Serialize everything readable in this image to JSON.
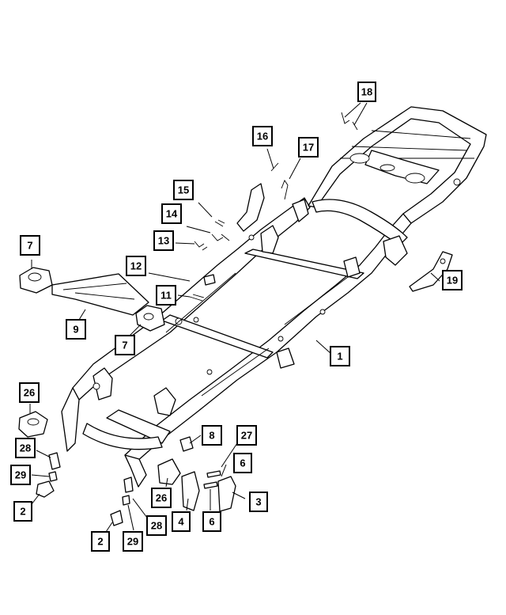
{
  "diagram": {
    "callouts": [
      {
        "id": "c18",
        "label": "18"
      },
      {
        "id": "c16",
        "label": "16"
      },
      {
        "id": "c17",
        "label": "17"
      },
      {
        "id": "c15",
        "label": "15"
      },
      {
        "id": "c14",
        "label": "14"
      },
      {
        "id": "c13",
        "label": "13"
      },
      {
        "id": "c7a",
        "label": "7"
      },
      {
        "id": "c12",
        "label": "12"
      },
      {
        "id": "c19",
        "label": "19"
      },
      {
        "id": "c11",
        "label": "11"
      },
      {
        "id": "c9",
        "label": "9"
      },
      {
        "id": "c7b",
        "label": "7"
      },
      {
        "id": "c1",
        "label": "1"
      },
      {
        "id": "c26a",
        "label": "26"
      },
      {
        "id": "c8",
        "label": "8"
      },
      {
        "id": "c27",
        "label": "27"
      },
      {
        "id": "c28a",
        "label": "28"
      },
      {
        "id": "c6a",
        "label": "6"
      },
      {
        "id": "c29a",
        "label": "29"
      },
      {
        "id": "c3",
        "label": "3"
      },
      {
        "id": "c2a",
        "label": "2"
      },
      {
        "id": "c26b",
        "label": "26"
      },
      {
        "id": "c4",
        "label": "4"
      },
      {
        "id": "c6b",
        "label": "6"
      },
      {
        "id": "c28b",
        "label": "28"
      },
      {
        "id": "c2b",
        "label": "2"
      },
      {
        "id": "c29b",
        "label": "29"
      }
    ]
  }
}
